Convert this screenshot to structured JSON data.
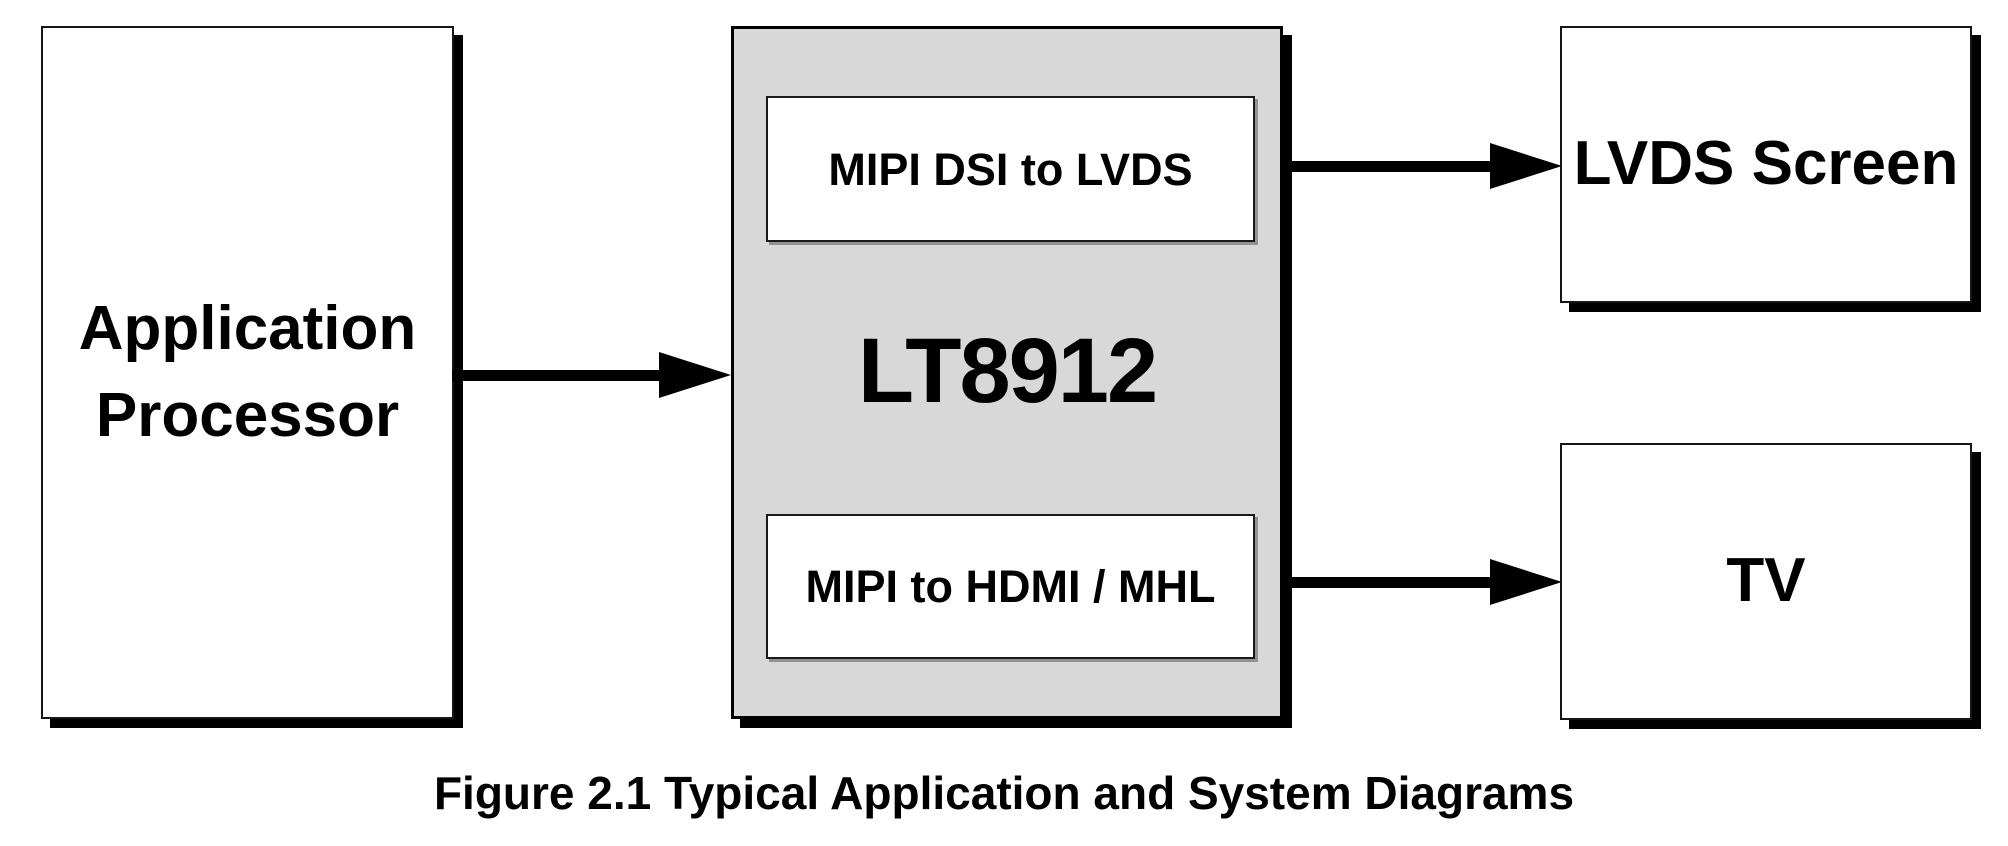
{
  "colors": {
    "background": "#ffffff",
    "box_fill": "#ffffff",
    "chip_fill": "#d8d8d8",
    "line": "#000000",
    "text": "#000000"
  },
  "diagram": {
    "source_block": {
      "label": "Application Processor"
    },
    "chip": {
      "name": "LT8912",
      "functions": [
        {
          "label": "MIPI DSI to LVDS"
        },
        {
          "label": "MIPI to HDMI / MHL"
        }
      ]
    },
    "sinks": [
      {
        "label": "LVDS Screen"
      },
      {
        "label": "TV"
      }
    ],
    "connections": [
      {
        "from": "Application Processor",
        "to": "LT8912"
      },
      {
        "from": "MIPI DSI to LVDS",
        "to": "LVDS Screen"
      },
      {
        "from": "MIPI to HDMI / MHL",
        "to": "TV"
      }
    ]
  },
  "caption": {
    "text": "Figure 2.1 Typical Application and System Diagrams"
  }
}
